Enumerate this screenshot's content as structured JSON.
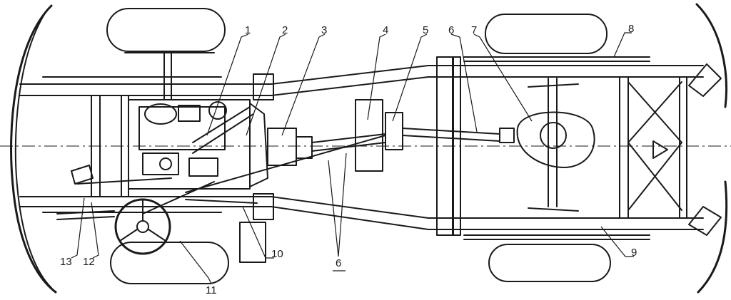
{
  "diagram": {
    "kind": "vehicle-chassis-plan-view",
    "ink_color": "#1a1a1a",
    "paper_color": "#ffffff",
    "callouts": [
      {
        "id": "1",
        "label": "1"
      },
      {
        "id": "2",
        "label": "2"
      },
      {
        "id": "3",
        "label": "3"
      },
      {
        "id": "4",
        "label": "4"
      },
      {
        "id": "5",
        "label": "5"
      },
      {
        "id": "6a",
        "label": "6"
      },
      {
        "id": "7",
        "label": "7"
      },
      {
        "id": "8",
        "label": "8"
      },
      {
        "id": "9",
        "label": "9"
      },
      {
        "id": "10",
        "label": "10"
      },
      {
        "id": "11",
        "label": "11"
      },
      {
        "id": "12",
        "label": "12"
      },
      {
        "id": "13",
        "label": "13"
      },
      {
        "id": "6b",
        "label": "6"
      }
    ]
  }
}
